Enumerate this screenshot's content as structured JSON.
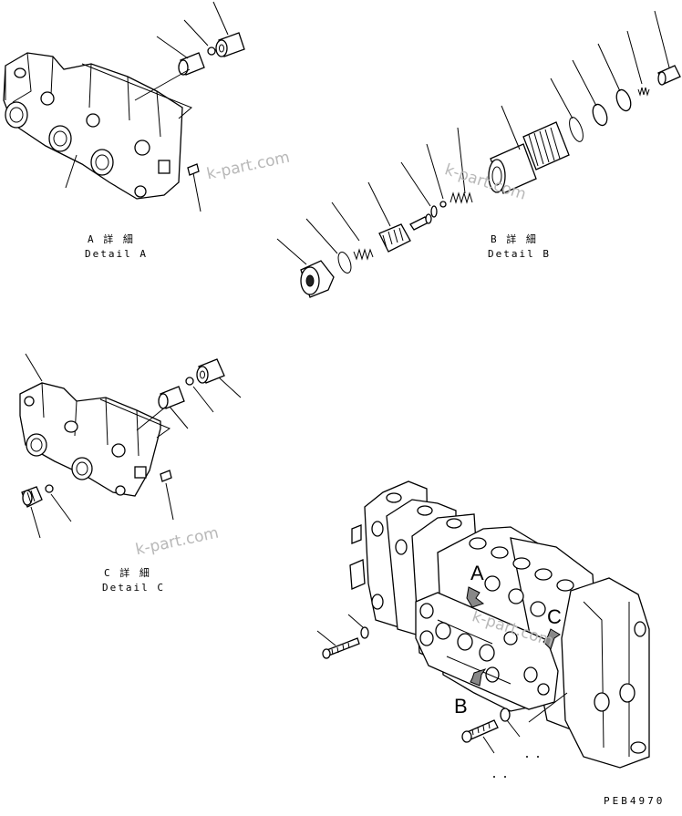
{
  "detail_a": {
    "jp": "A 詳 細",
    "en": "Detail A"
  },
  "detail_b": {
    "jp": "B 詳 細",
    "en": "Detail B"
  },
  "detail_c": {
    "jp": "C 詳 細",
    "en": "Detail C"
  },
  "callouts": {
    "a": "A",
    "b": "B",
    "c": "C"
  },
  "watermark": "k-part.com",
  "drawing_code": "PEB4970"
}
